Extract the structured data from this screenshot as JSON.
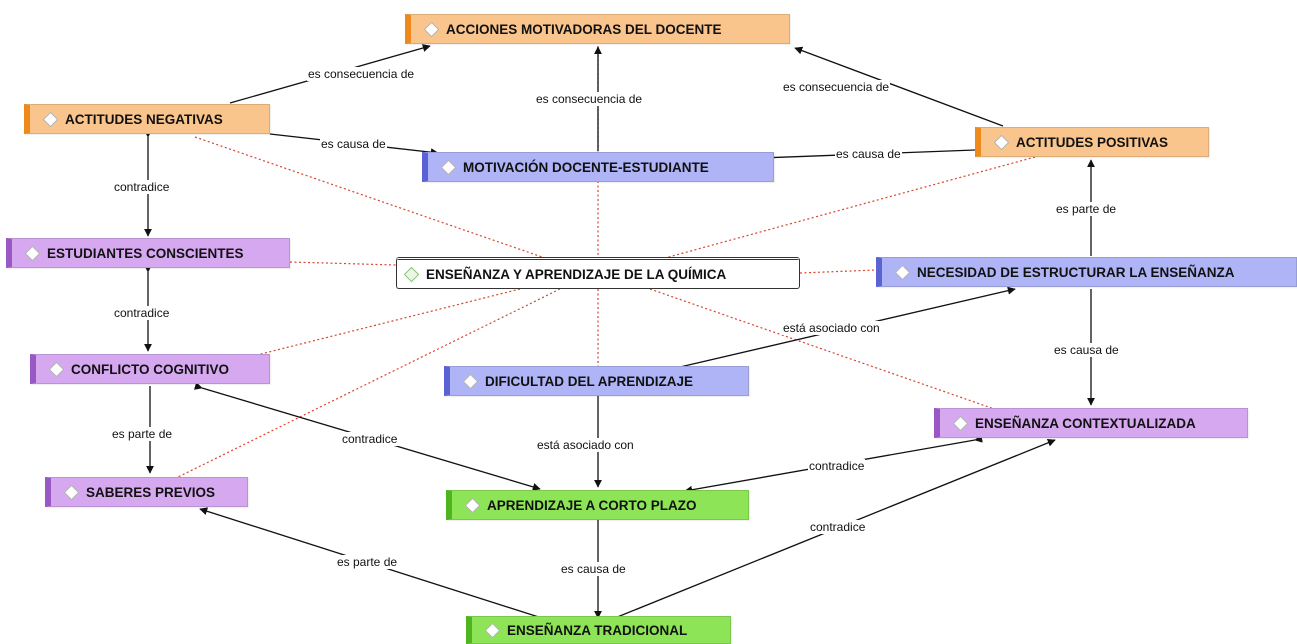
{
  "concepts": {
    "acciones": "ACCIONES MOTIVADORAS DEL DOCENTE",
    "negativas": "ACTITUDES NEGATIVAS",
    "positivas": "ACTITUDES POSITIVAS",
    "motivacion": "MOTIVACIÓN DOCENTE-ESTUDIANTE",
    "estudiantes": "ESTUDIANTES CONSCIENTES",
    "central": "ENSEÑANZA Y APRENDIZAJE DE LA QUÍMICA",
    "necesidad": "NECESIDAD DE ESTRUCTURAR LA ENSEÑANZA",
    "conflicto": "CONFLICTO COGNITIVO",
    "dificultad": "DIFICULTAD DEL APRENDIZAJE",
    "contextualizada": "ENSEÑANZA CONTEXTUALIZADA",
    "saberes": "SABERES PREVIOS",
    "corto": "APRENDIZAJE A CORTO PLAZO",
    "tradicional": "ENSEÑANZA TRADICIONAL"
  },
  "relations": {
    "r1": "es consecuencia de",
    "r2": "es consecuencia de",
    "r3": "es consecuencia de",
    "r4": "es causa de",
    "r5": "es causa de",
    "r6": "contradice",
    "r7": "es parte de",
    "r8": "contradice",
    "r9": "está asociado con",
    "r10": "es causa de",
    "r11": "es parte de",
    "r12": "contradice",
    "r13": "está asociado con",
    "r14": "contradice",
    "r15": "contradice",
    "r16": "es parte de",
    "r17": "es causa de"
  },
  "colors": {
    "orange": "#f9c58c",
    "blue": "#aeb4f5",
    "purple": "#d5a8f0",
    "green": "#8de457",
    "link": "#111111",
    "dotted_link": "#d9442c"
  }
}
